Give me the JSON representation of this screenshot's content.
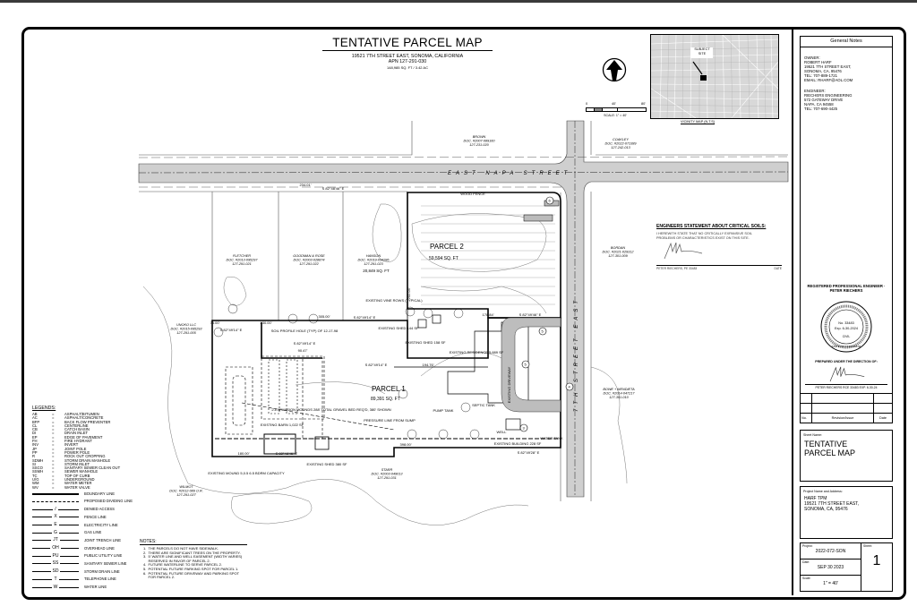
{
  "header": {
    "title": "TENTATIVE PARCEL MAP",
    "address": "19521 7TH STREET EAST, SONOMA, CALIFORNIA",
    "apn": "APN 127-291-030",
    "area": "148,985 SQ. FT / 3.42 AC"
  },
  "scale_bar": {
    "ticks": [
      "0",
      "40'",
      "80'"
    ],
    "label": "SCALE: 1\" = 40'"
  },
  "vicinity_map": {
    "subject_label": "SUBJECT SITE",
    "caption": "VICINITY MAP (N.T.S)"
  },
  "plan": {
    "streets": {
      "napa": "EAST NAPA STREET",
      "seventh": "7TH STREET EAST"
    },
    "parcel1": {
      "name": "PARCEL 1",
      "area": "89,391 SQ. FT"
    },
    "parcel2": {
      "name": "PARCEL 2",
      "area": "59,594 SQ. FT"
    },
    "owners": [
      {
        "name": "BROWN",
        "doc": "DOC. #2007-089160",
        "apn": "127-231-020"
      },
      {
        "name": "COAKLEY",
        "doc": "DOC. #2022-071389",
        "apn": "127-242-013"
      },
      {
        "name": "BORDAN",
        "doc": "DOC. #2021-029312",
        "apn": "127-301-009"
      },
      {
        "name": "BOWE + MENDIETA",
        "doc": "DOC. #2014-047217",
        "apn": "127-301-010"
      },
      {
        "name": "FLETCHER",
        "doc": "DOC. #2013-095297",
        "apn": "127-291-021"
      },
      {
        "name": "GOODMAN & ROSE",
        "doc": "DOC. #2003-028874",
        "apn": "127-291-022"
      },
      {
        "name": "HANSON",
        "doc": "DOC. #2019-034286",
        "apn": "127-291-023"
      },
      {
        "name": "UNOKO LLC",
        "doc": "DOC. #2015-095293",
        "apn": "127-291-005"
      },
      {
        "name": "STARR",
        "doc": "DOC. #2003-049013",
        "apn": "127-291-031"
      },
      {
        "name": "WILMOT",
        "doc": "DOC. #2012-089 O.R.",
        "apn": "127-291-027"
      }
    ],
    "labels": {
      "hanson_area": "20,849 SQ. FT",
      "wood_fence": "WOOD FENCE",
      "vine_rows": "EXISTING VINE ROWS (TYPICAL)",
      "shed1": "EXISTING SHED 144 SF",
      "shed2": "EXISTING SHED 158 SF",
      "shed3": "EXISTING SHED 380 SF",
      "residence": "EXISTING RESIDENCE 5,689 SF",
      "barn": "EXISTING BARN 1,022 SF",
      "building": "EXISTING BUILDING 228 SF",
      "mound_existing": "EXISTING MOUND 5,0.5 6.5 BDRM CAPACITY",
      "mounds": "2-EXPANSION MOUNDS 288' TOTAL GRAVEL BED REQ'D, 380' SHOWN",
      "pressure_line": "PRESSURE LINE FROM SUMP",
      "soil_hole": "SOIL PROFILE HOLE (TYP) OF 12-17-98",
      "pump_tank": "PUMP TANK",
      "septic_tank": "SEPTIC TANK",
      "well": "WELL",
      "water_tank": "WATER TANK",
      "driveway": "EXISTING DRIVEWAY",
      "bearing1": "S 82°49'14\" E",
      "bearing2": "S 82°49'28\" E",
      "bearing3": "S 82°49'46\" E",
      "bearing4": "S 82°48'46\" E",
      "dist1": "234.01'",
      "dist2": "178.84'",
      "dist3": "194.76'",
      "dist4": "398.00'",
      "dist5": "180.00'",
      "dist6": "230.00'",
      "dist7": "305.00'",
      "dist8": "75.00'",
      "dist9": "90.47'",
      "dist10": "202.04'"
    }
  },
  "engineer_statement": {
    "title": "ENGINEERS STATEMENT ABOUT CRITICAL SOILS:",
    "body": "I HEREWITH STATE THAT NO CRITICALLY EXPANSIVE SOIL PROBLEMS OR CHARACTERISTICS EXIST ON THIS SITE.",
    "signer": "PETER RIECHERS, PE 33483",
    "date_label": "DATE"
  },
  "legend": {
    "title": "LEGENDS:",
    "abbreviations": [
      [
        "AB",
        "ASPHALT/BITUMEN"
      ],
      [
        "AC",
        "ASPHALT/CONCRETE"
      ],
      [
        "BFP",
        "BACK FLOW PREVENTER"
      ],
      [
        "CL",
        "CENTERLINE"
      ],
      [
        "CB",
        "CATCH BASIN"
      ],
      [
        "DI",
        "DRAIN INLET"
      ],
      [
        "EP",
        "EDGE OF PAVEMENT"
      ],
      [
        "FH",
        "FIRE HYDRANT"
      ],
      [
        "INV",
        "INVERT"
      ],
      [
        "JP",
        "JOINT POLE"
      ],
      [
        "PP",
        "POWER POLE"
      ],
      [
        "R",
        "ROCK OUT CROPPING"
      ],
      [
        "SDMH",
        "STORM DRAIN MANHOLE"
      ],
      [
        "SI",
        "STORM INLET"
      ],
      [
        "SSCO",
        "SANITARY SEWER CLEAN OUT"
      ],
      [
        "SSMH",
        "SEWER MANHOLE"
      ],
      [
        "TC",
        "TOP OF CURB"
      ],
      [
        "U/G",
        "UNDERGROUND"
      ],
      [
        "WM",
        "WATER METER"
      ],
      [
        "WV",
        "WATER VALVE"
      ]
    ],
    "dash": "=",
    "lines": [
      {
        "symbol": "",
        "label": "BOUNDARY LINE",
        "style": "thick"
      },
      {
        "symbol": "",
        "label": "PROPOSED DIVIDING LINE",
        "style": "dash"
      },
      {
        "symbol": "/",
        "label": "DENIED ACCESS",
        "style": ""
      },
      {
        "symbol": "X",
        "label": "FENCE LINE",
        "style": ""
      },
      {
        "symbol": "E",
        "label": "ELECTRICITY LINE",
        "style": ""
      },
      {
        "symbol": "G",
        "label": "GAS LINE",
        "style": ""
      },
      {
        "symbol": "JT",
        "label": "JOINT TRENCH LINE",
        "style": ""
      },
      {
        "symbol": "OH",
        "label": "OVERHEAD LINE",
        "style": ""
      },
      {
        "symbol": "PU",
        "label": "PUBLIC UTILITY LINE",
        "style": ""
      },
      {
        "symbol": "SS",
        "label": "SANITARY SEWER LINE",
        "style": ""
      },
      {
        "symbol": "SD",
        "label": "STORM DRAIN LINE",
        "style": ""
      },
      {
        "symbol": "T",
        "label": "TELEPHONE LINE",
        "style": ""
      },
      {
        "symbol": "W",
        "label": "WATER LINE",
        "style": ""
      }
    ]
  },
  "notes": {
    "title": "NOTES:",
    "items": [
      "1.  THE PARCELS DO NOT HAVE SIDEWALK.",
      "2.  THERE ARE SIGNIFICANT TREES ON THE PROPERTY.",
      "3.  5' WATER LINE AND WELL EASEMENT (WIDTH VARIES)\n     RESERVED IN FAVOR OF PARCEL 2.",
      "4.  FUTURE WATERLINE TO SERVE PARCEL 2.",
      "5.  POTENTIAL FUTURE PARKING SPOT FOR PARCEL 1.",
      "6.  POTENTIAL FUTURE DRIVEWAY AND PARKING SPOT\n     FOR PARCEL 2."
    ]
  },
  "title_block": {
    "general_notes_title": "General Notes",
    "owner": "OWNER:\nROBERT HARF\n19521 7TH STREET EAST,\nSONOMA, CA, 95476\nTEL: 707-889-1721\nEMAIL: RHARF@AOL.COM",
    "engineer": "ENGINEER:\nRIECHERS ENGINEERING\n572 GATEWAY DRIVE\nNAPA, CA 94558\nTEL: 707-690-4425",
    "stamp": {
      "ring": "REGISTERED PROFESSIONAL ENGINEER · PETER RIECHERS",
      "no": "No. 33483",
      "exp": "Exp. 6-30-2024",
      "civil": "CIVIL",
      "state": "STATE OF CALIFORNIA"
    },
    "prepared": "PREPARED UNDER THE DIRECTION OF:",
    "signer": "PETER RIECHERS RCE 33483 EXP. 6-30-24",
    "revision_headers": [
      "No.",
      "Revision/Issue",
      "Date"
    ],
    "sheet_name_label": "Sheet Name:",
    "sheet_name": "TENTATIVE\nPARCEL MAP",
    "project_label": "Project Name and Address:",
    "project": "HARF TPM\n19521 7TH STREET EAST,\nSONOMA, CA, 95476",
    "project_no_label": "Project:",
    "project_no": "2022-072-SON",
    "date_label": "Date:",
    "date": "SEP 30 2023",
    "scale_label": "Scale:",
    "scale": "1\" = 40'",
    "sheet_label": "Sheet:",
    "sheet": "1"
  }
}
